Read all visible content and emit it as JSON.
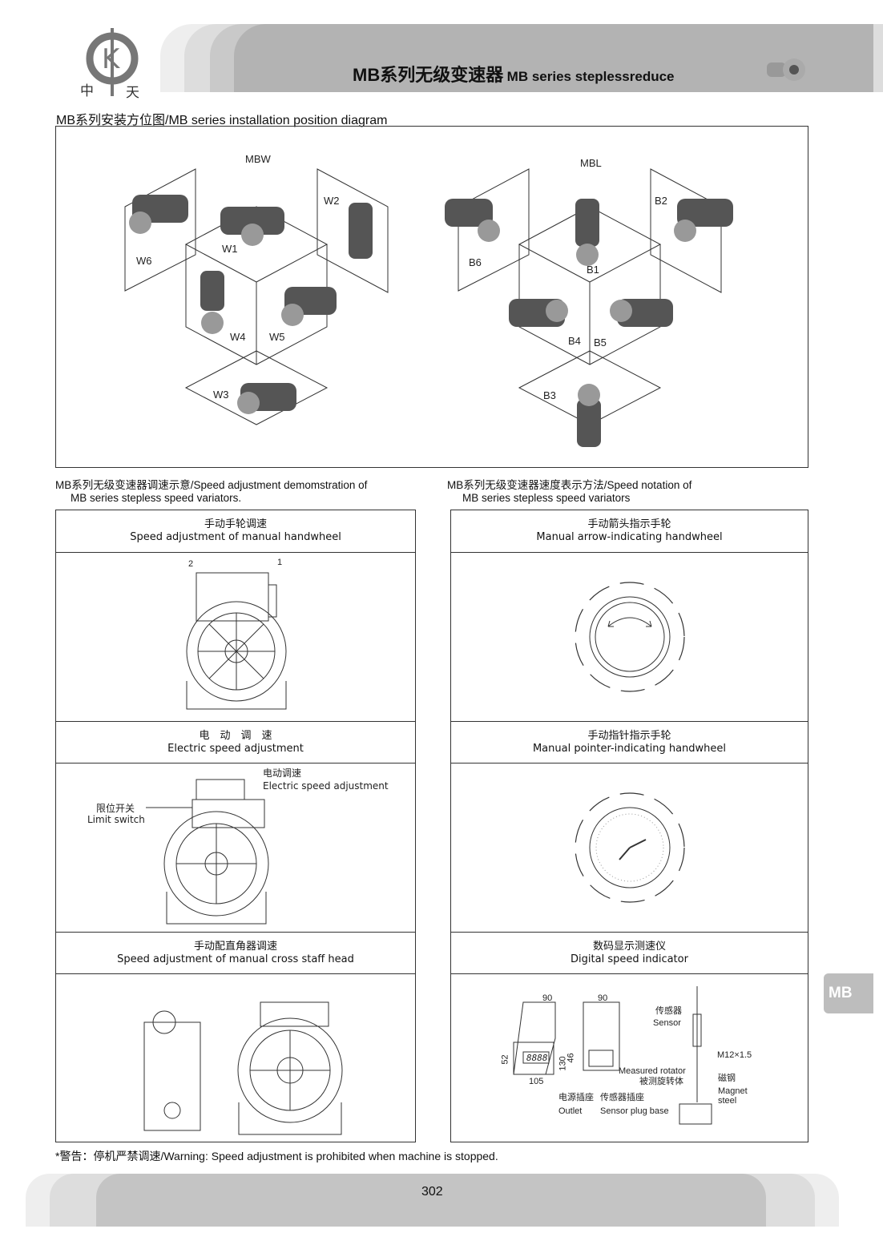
{
  "header": {
    "logo_text": [
      "中",
      "天"
    ],
    "title_cn": "MB系列无级变速器",
    "title_en": "MB series steplessreduce"
  },
  "installation": {
    "title": "MB系列安装方位图/MB series installation position diagram",
    "group_mbw": "MBW",
    "group_mbl": "MBL",
    "positions": {
      "W1": "W1",
      "W2": "W2",
      "W3": "W3",
      "W4": "W4",
      "W5": "W5",
      "W6": "W6",
      "B1": "B1",
      "B2": "B2",
      "B3": "B3",
      "B4": "B4",
      "B5": "B5",
      "B6": "B6"
    }
  },
  "speed_adjust": {
    "title_line1": "MB系列无级变速器调速示意/Speed adjustment demomstration of",
    "title_line2": "MB series stepless speed variators.",
    "rows": [
      {
        "cn": "手动手轮调速",
        "en": "Speed adjustment of manual handwheel",
        "callouts": [
          "2",
          "1"
        ]
      },
      {
        "cn": "电　动　调　速",
        "en": "Electric speed adjustment",
        "callouts": [
          "电动调速",
          "Electric speed adjustment",
          "限位开关",
          "Limit switch"
        ]
      },
      {
        "cn": "手动配直角器调速",
        "en": "Speed adjustment of manual cross staff head"
      }
    ]
  },
  "speed_notation": {
    "title_line1": "MB系列无级变速器速度表示方法/Speed notation of",
    "title_line2": "MB series stepless speed variators",
    "rows": [
      {
        "cn": "手动箭头指示手轮",
        "en": "Manual arrow-indicating handwheel"
      },
      {
        "cn": "手动指针指示手轮",
        "en": "Manual pointer-indicating handwheel"
      },
      {
        "cn": "数码显示测速仪",
        "en": "Digital speed indicator"
      }
    ],
    "indicator": {
      "dims": [
        "90",
        "90",
        "52",
        "130",
        "105",
        "46"
      ],
      "display": "8888",
      "sensor_cn": "传感器",
      "sensor_en": "Sensor",
      "thread": "M12×1.5",
      "rotator_en": "Measured rotator",
      "rotator_cn": "被测旋转体",
      "magnet_cn": "磁钢",
      "magnet_en": "Magnet",
      "magnet_en2": "steel",
      "outlet_cn": "电源插座",
      "outlet_en": "Outlet",
      "plug_cn": "传感器插座",
      "plug_en": "Sensor plug base"
    }
  },
  "warning": "*警告：停机严禁调速/Warning: Speed adjustment is prohibited when machine is stopped.",
  "side_tab": "MB",
  "page_number": "302"
}
